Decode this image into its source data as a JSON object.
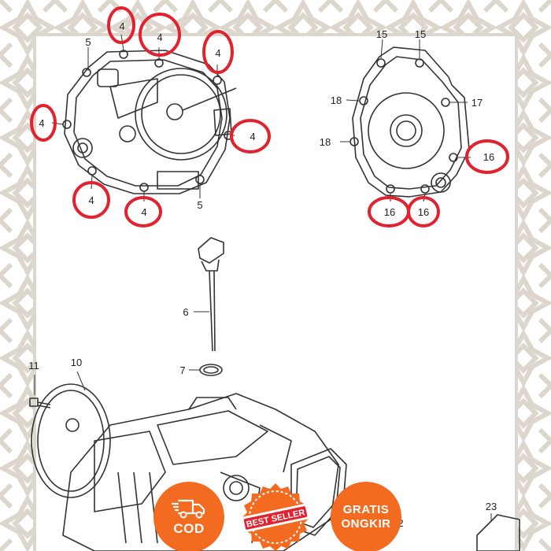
{
  "colors": {
    "frame_pattern": "#ddd6cd",
    "callout_circle": "#e0232e",
    "badge_orange": "#f26b21",
    "line_art": "#333333"
  },
  "diagram": {
    "labels": {
      "l5a": "5",
      "l4a": "4",
      "l4b": "4",
      "l4c": "4",
      "l4d": "4",
      "l4e": "4",
      "l4f": "4",
      "l4g": "4",
      "l5b": "5",
      "l15a": "15",
      "l15b": "15",
      "l18a": "18",
      "l18b": "18",
      "l17": "17",
      "l16a": "16",
      "l16b": "16",
      "l16c": "16",
      "l6": "6",
      "l7": "7",
      "l10": "10",
      "l11": "11",
      "l23": "23",
      "l2": "2"
    }
  },
  "badges": {
    "cod": {
      "icon": "delivery-truck-icon",
      "label": "COD"
    },
    "best_seller": {
      "label": "BEST SELLER"
    },
    "gratis_ongkir": {
      "line1": "GRATIS",
      "line2": "ONGKIR"
    }
  }
}
